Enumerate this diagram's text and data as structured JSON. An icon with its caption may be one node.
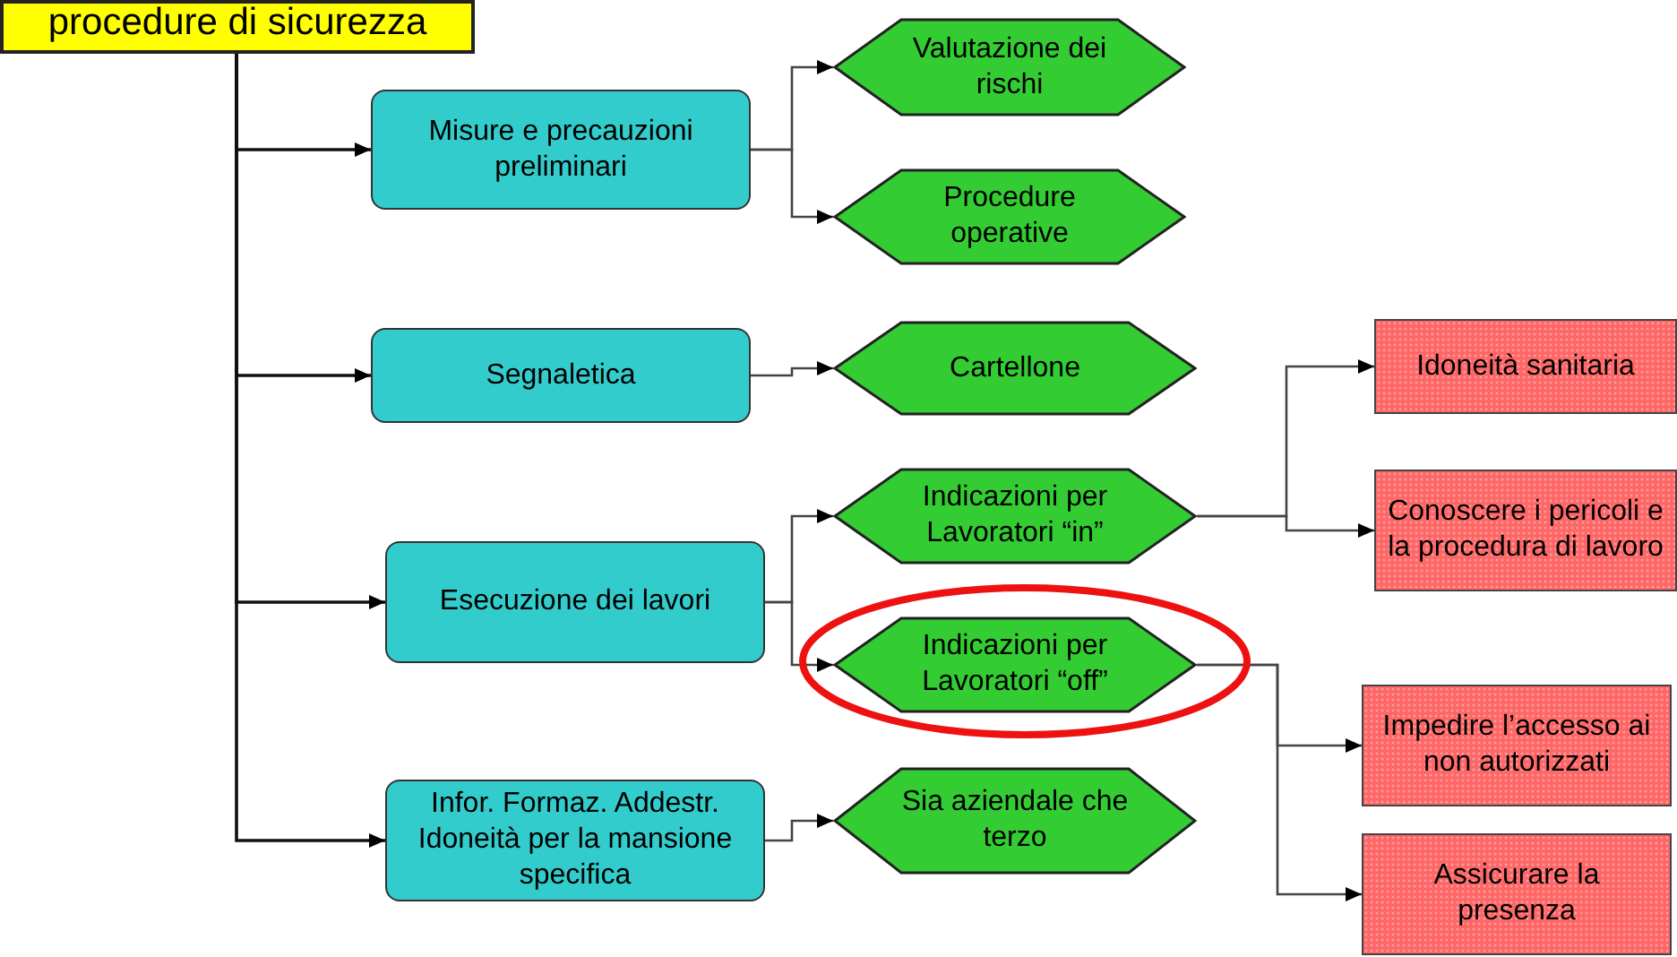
{
  "diagram": {
    "nodes": [
      {
        "text": [
          "procedure di sicurezza"
        ]
      },
      {
        "text": [
          "Misure e precauzioni preliminari"
        ]
      },
      {
        "text": [
          "Valutazione dei rischi"
        ]
      },
      {
        "text": [
          "Procedure operative"
        ]
      },
      {
        "text": [
          "Segnaletica"
        ]
      },
      {
        "text": [
          "Cartellone"
        ]
      },
      {
        "text": [
          "Esecuzione dei lavori"
        ]
      },
      {
        "text": [
          "Indicazioni per Lavoratori “in”"
        ]
      },
      {
        "text": [
          "Idoneità sanitaria"
        ]
      },
      {
        "text": [
          "Conoscere i pericoli e la procedura di lavoro"
        ]
      },
      {
        "text": [
          "Indicazioni per Lavoratori “off”"
        ]
      },
      {
        "text": [
          "Impedire l’accesso ai non autorizzati"
        ]
      },
      {
        "text": [
          "Assicurare la presenza"
        ]
      },
      {
        "text": [
          "Infor. Formaz. Addestr. Idoneità per la mansione specifica"
        ]
      },
      {
        "text": [
          "Sia aziendale che terzo"
        ]
      }
    ],
    "edges": [
      {
        "from": 0,
        "to": 1,
        "arrow": "to"
      },
      {
        "from": 0,
        "to": 4,
        "arrow": "to"
      },
      {
        "from": 0,
        "to": 6,
        "arrow": "to"
      },
      {
        "from": 0,
        "to": 13,
        "arrow": "to"
      },
      {
        "from": 1,
        "to": 2,
        "arrow": "to"
      },
      {
        "from": 1,
        "to": 3,
        "arrow": "to"
      },
      {
        "from": 4,
        "to": 5,
        "arrow": "to"
      },
      {
        "from": 6,
        "to": 7,
        "arrow": "to"
      },
      {
        "from": 6,
        "to": 10,
        "arrow": "to"
      },
      {
        "from": 7,
        "to": 8,
        "arrow": "to"
      },
      {
        "from": 7,
        "to": 9,
        "arrow": "to"
      },
      {
        "from": 10,
        "to": 11,
        "arrow": "to"
      },
      {
        "from": 10,
        "to": 12,
        "arrow": "to"
      },
      {
        "from": 13,
        "to": 14,
        "arrow": "to"
      }
    ]
  }
}
